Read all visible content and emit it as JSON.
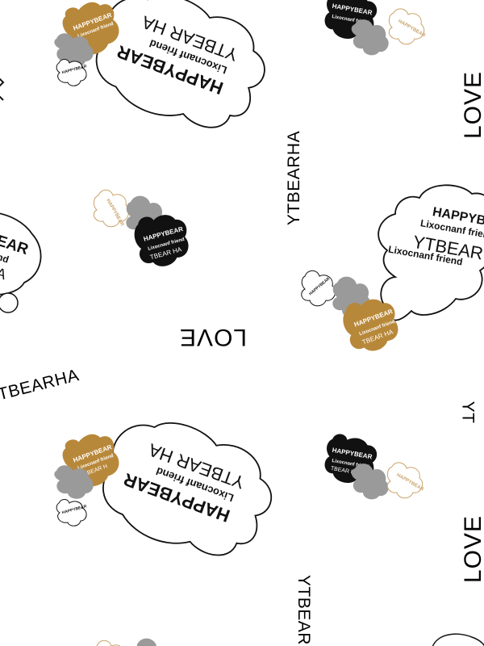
{
  "pattern": {
    "big_cloud_title": "HAPPYBEAR",
    "big_cloud_subtitle": "Lixocnanf friend",
    "big_cloud_repeat": "YTBEAR HA",
    "small_bear_title": "HAPPYBEAR",
    "small_bear_subtitle": "Lixocnanf friend",
    "small_bear_repeat": "YTBEAR HA",
    "word_love": "LOVE",
    "word_ytbearha": "YTBEARHA"
  },
  "colors": {
    "background": "#ffffff",
    "ink": "#111111",
    "caramel": "#b8883a",
    "grey": "#9a9a9a",
    "tan_outline": "#c9a46a"
  }
}
